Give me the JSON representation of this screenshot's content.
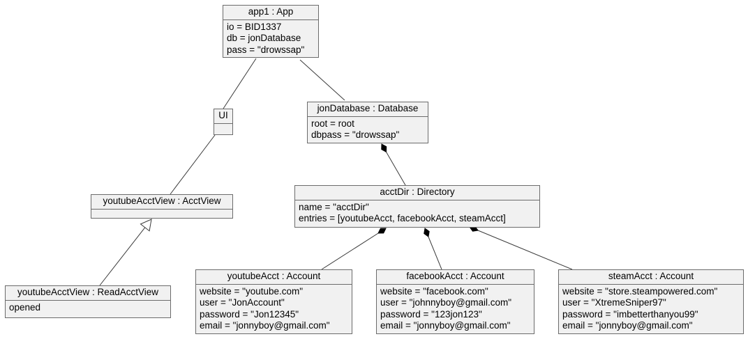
{
  "objects": {
    "app1": {
      "title": "app1 : App",
      "attrs": [
        "io = BID1337",
        "db = jonDatabase",
        "pass = \"drowssap\""
      ]
    },
    "ui": {
      "title": "UI",
      "attrs": []
    },
    "jonDatabase": {
      "title": "jonDatabase : Database",
      "attrs": [
        "root = root",
        "dbpass = \"drowssap\""
      ]
    },
    "youtubeAcctView": {
      "title": "youtubeAcctView : AcctView",
      "attrs": []
    },
    "acctDir": {
      "title": "acctDir : Directory",
      "attrs": [
        "name = \"acctDir\"",
        "entries = [youtubeAcct, facebookAcct, steamAcct]"
      ]
    },
    "readAcctView": {
      "title": "youtubeAcctView : ReadAcctView",
      "attrs": [
        "opened"
      ]
    },
    "youtubeAcct": {
      "title": "youtubeAcct : Account",
      "attrs": [
        "website = \"youtube.com\"",
        "user = \"JonAccount\"",
        "password = \"Jon12345\"",
        "email = \"jonnyboy@gmail.com\""
      ]
    },
    "facebookAcct": {
      "title": "facebookAcct : Account",
      "attrs": [
        "website = \"facebook.com\"",
        "user = \"johnnyboy@gmail.com\"",
        "password = \"123jon123\"",
        "email = \"jonnyboy@gmail.com\""
      ]
    },
    "steamAcct": {
      "title": "steamAcct : Account",
      "attrs": [
        "website = \"store.steampowered.com\"",
        "user = \"XtremeSniper97\"",
        "password = \"imbetterthanyou99\"",
        "email = \"jonnyboy@gmail.com\""
      ]
    }
  },
  "links": [
    {
      "from": "app1",
      "to": "ui",
      "kind": "association"
    },
    {
      "from": "app1",
      "to": "jonDatabase",
      "kind": "association"
    },
    {
      "from": "ui",
      "to": "youtubeAcctView",
      "kind": "association"
    },
    {
      "from": "jonDatabase",
      "to": "acctDir",
      "kind": "composition"
    },
    {
      "from": "readAcctView",
      "to": "youtubeAcctView",
      "kind": "generalization"
    },
    {
      "from": "acctDir",
      "to": "youtubeAcct",
      "kind": "composition"
    },
    {
      "from": "acctDir",
      "to": "facebookAcct",
      "kind": "composition"
    },
    {
      "from": "acctDir",
      "to": "steamAcct",
      "kind": "composition"
    }
  ],
  "colors": {
    "box_fill": "#f1f1f1",
    "border": "#6b6b6b",
    "line": "#3a3a3a"
  }
}
